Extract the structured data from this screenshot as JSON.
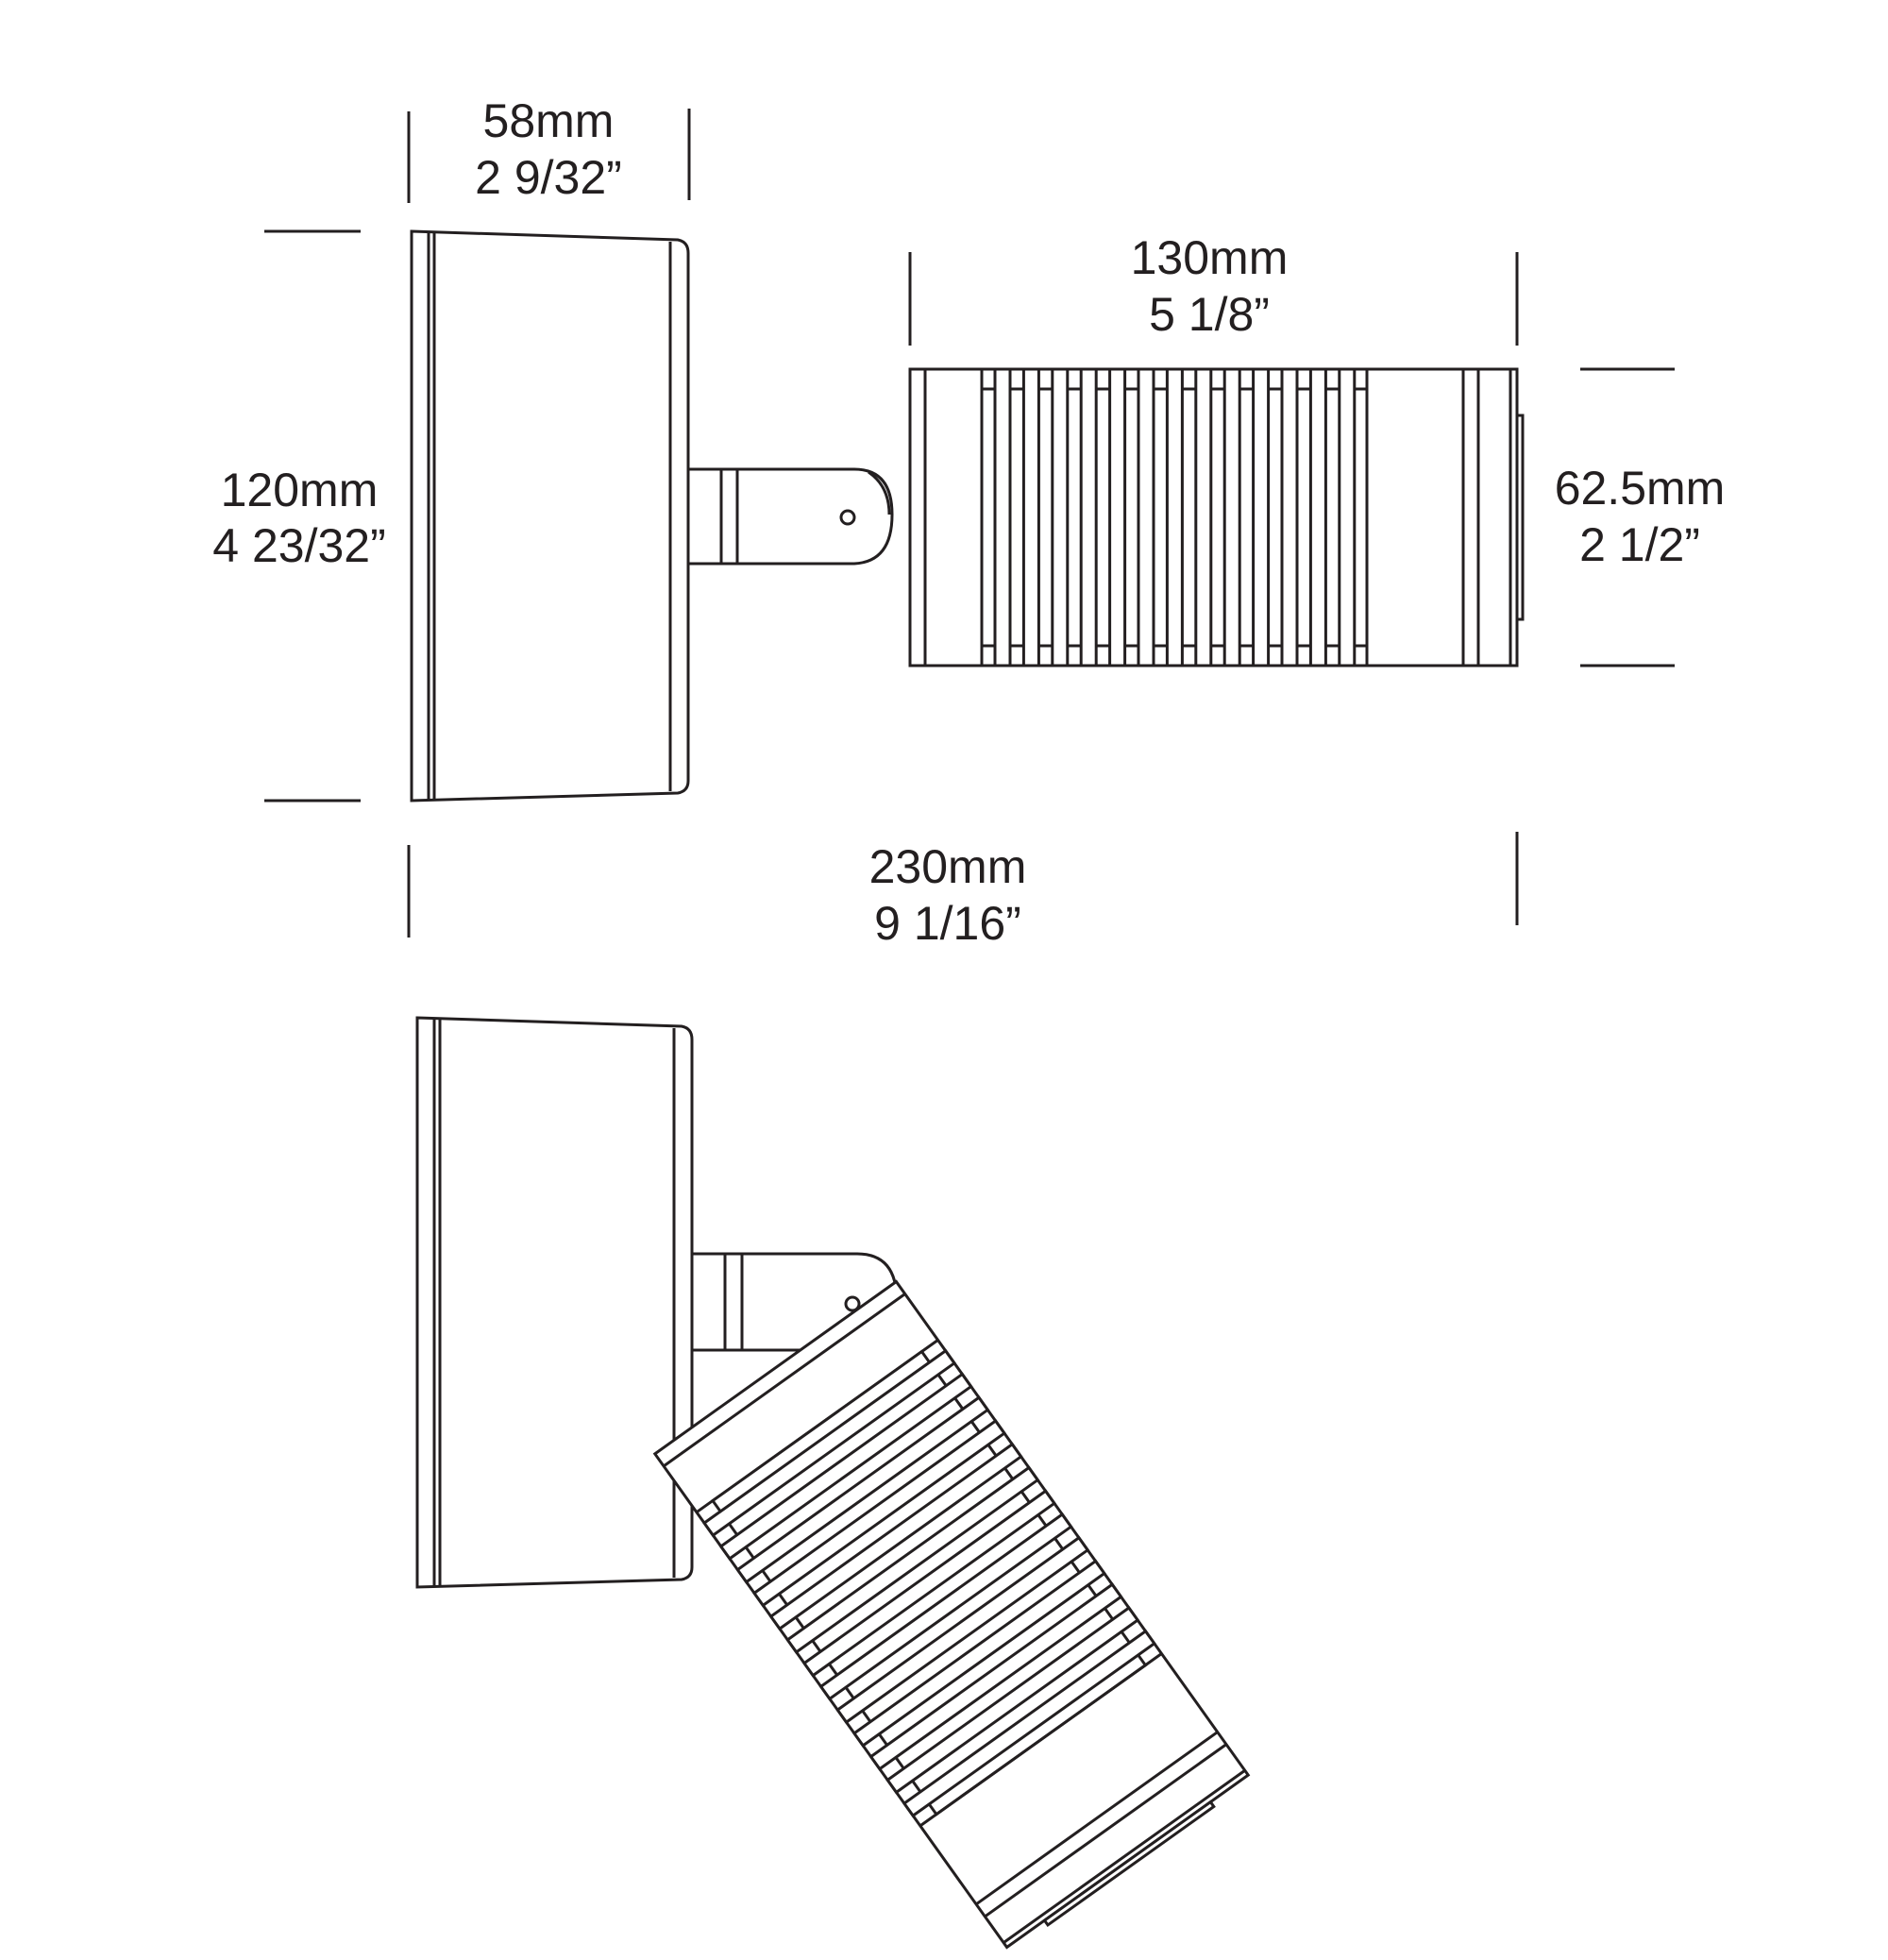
{
  "dimensions": {
    "mount_width": {
      "metric": "58mm",
      "imperial": "2 9/32”"
    },
    "mount_height": {
      "metric": "120mm",
      "imperial": "4 23/32”"
    },
    "head_length": {
      "metric": "130mm",
      "imperial": "5 1/8”"
    },
    "head_diameter": {
      "metric": "62.5mm",
      "imperial": "2 1/2”"
    },
    "overall_length": {
      "metric": "230mm",
      "imperial": "9 1/16”"
    }
  },
  "colors": {
    "line": "#231f20",
    "background": "#ffffff"
  }
}
